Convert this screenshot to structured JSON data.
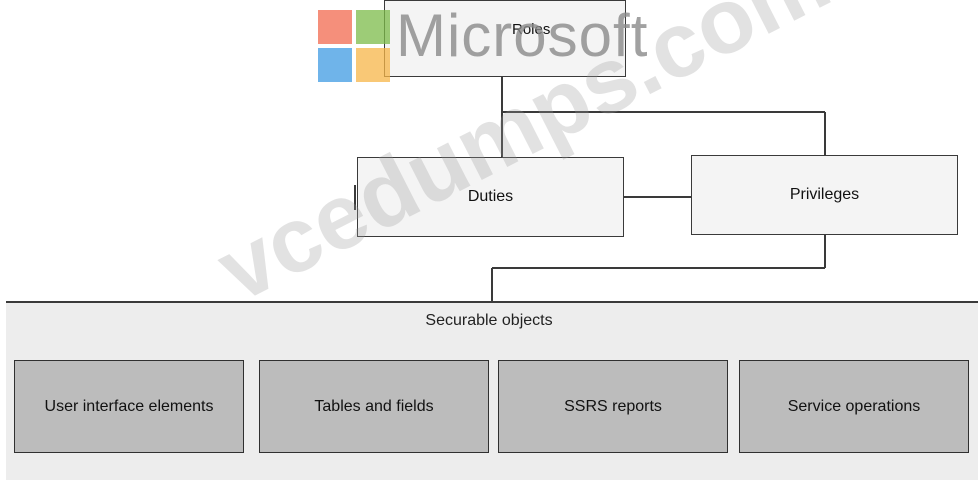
{
  "diagram": {
    "roles_label": "Roles",
    "duties_label": "Duties",
    "privileges_label": "Privileges",
    "securable_objects_title": "Securable objects",
    "securable_objects": [
      {
        "label": "User interface elements"
      },
      {
        "label": "Tables and fields"
      },
      {
        "label": "SSRS reports"
      },
      {
        "label": "Service operations"
      }
    ]
  },
  "logo": {
    "wordmark": "Microsoft",
    "colors": [
      "#f26a4f",
      "#7cbb4a",
      "#3f9be3",
      "#f7b648"
    ]
  },
  "watermark": {
    "text": "vcedumps.com"
  },
  "colors": {
    "box_fill": "#f4f4f4",
    "object_fill": "#bcbcbc",
    "panel_fill": "#ededed",
    "line": "#3a3a3a"
  }
}
